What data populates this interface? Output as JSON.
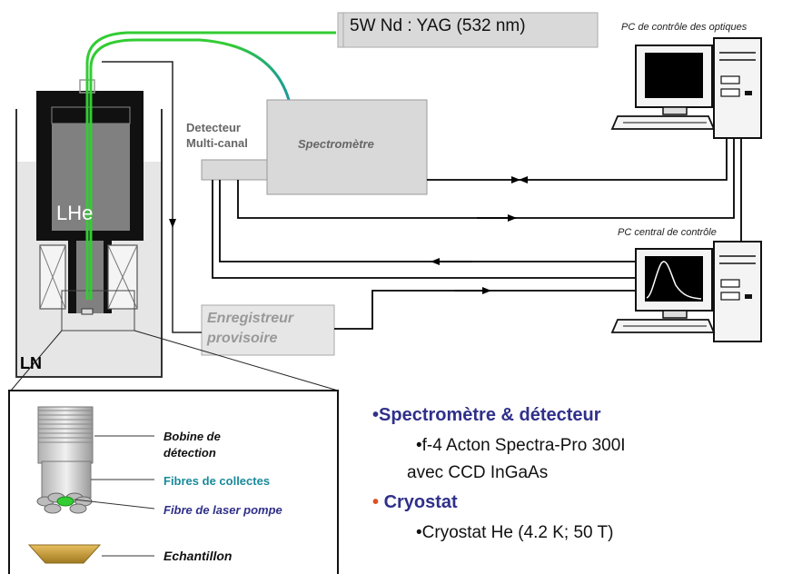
{
  "laser": {
    "label": "5W Nd : YAG (532 nm)"
  },
  "pc_optics": {
    "label": "PC de contrôle des optiques"
  },
  "pc_central": {
    "label": "PC central de contrôle"
  },
  "detector": {
    "label": "Detecteur Multi-canal"
  },
  "spectrometer": {
    "label": "Spectromètre"
  },
  "recorder": {
    "label": "Enregistreur provisoire"
  },
  "cryostat": {
    "lhe_label": "LHe",
    "ln_label": "LN"
  },
  "inset": {
    "coil_label": "Bobine de détection",
    "collect_label": "Fibres de collectes",
    "pump_label": "Fibre de laser pompe",
    "sample_label": "Echantillon"
  },
  "summary": {
    "h1_bullet": "•",
    "h1": "Spectromètre & détecteur",
    "l1": "•f-4 Acton Spectra-Pro 300I",
    "l2": "avec CCD InGaAs",
    "h2_bullet": "•",
    "h2": "Cryostat",
    "l3": "•Cryostat He (4.2 K; 50 T)"
  },
  "colors": {
    "fiber_green": "#33cc33",
    "fiber_teal": "#1a9a9a",
    "box_grey": "#d9d9d9",
    "heading_blue": "#30308a",
    "bullet_red": "#e05020",
    "collect_teal": "#1a8a9a"
  }
}
